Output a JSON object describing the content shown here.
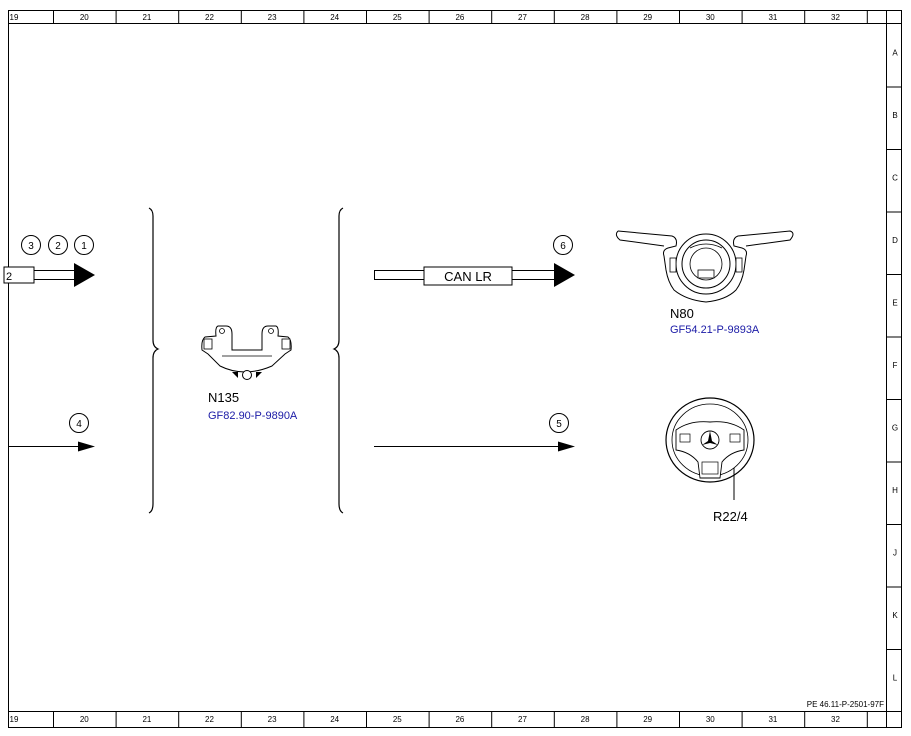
{
  "ruler": {
    "columns": [
      "19",
      "20",
      "21",
      "22",
      "23",
      "24",
      "25",
      "26",
      "27",
      "28",
      "29",
      "30",
      "31",
      "32"
    ],
    "rows": [
      "A",
      "B",
      "C",
      "D",
      "E",
      "F",
      "G",
      "H",
      "J",
      "K",
      "L"
    ]
  },
  "connectors": {
    "c1": "1",
    "c2": "2",
    "c3": "3",
    "c4": "4",
    "c5": "5",
    "c6": "6"
  },
  "bus": {
    "label": "CAN LR",
    "stub": "2"
  },
  "components": {
    "n135": {
      "code": "N135",
      "ref": "GF82.90-P-9890A"
    },
    "n80": {
      "code": "N80",
      "ref": "GF54.21-P-9893A"
    },
    "r22": {
      "code": "R22/4"
    }
  },
  "doc_id": "PE 46.11-P-2501-97F",
  "colors": {
    "ref_link": "#1a1aa6",
    "line": "#000000"
  }
}
